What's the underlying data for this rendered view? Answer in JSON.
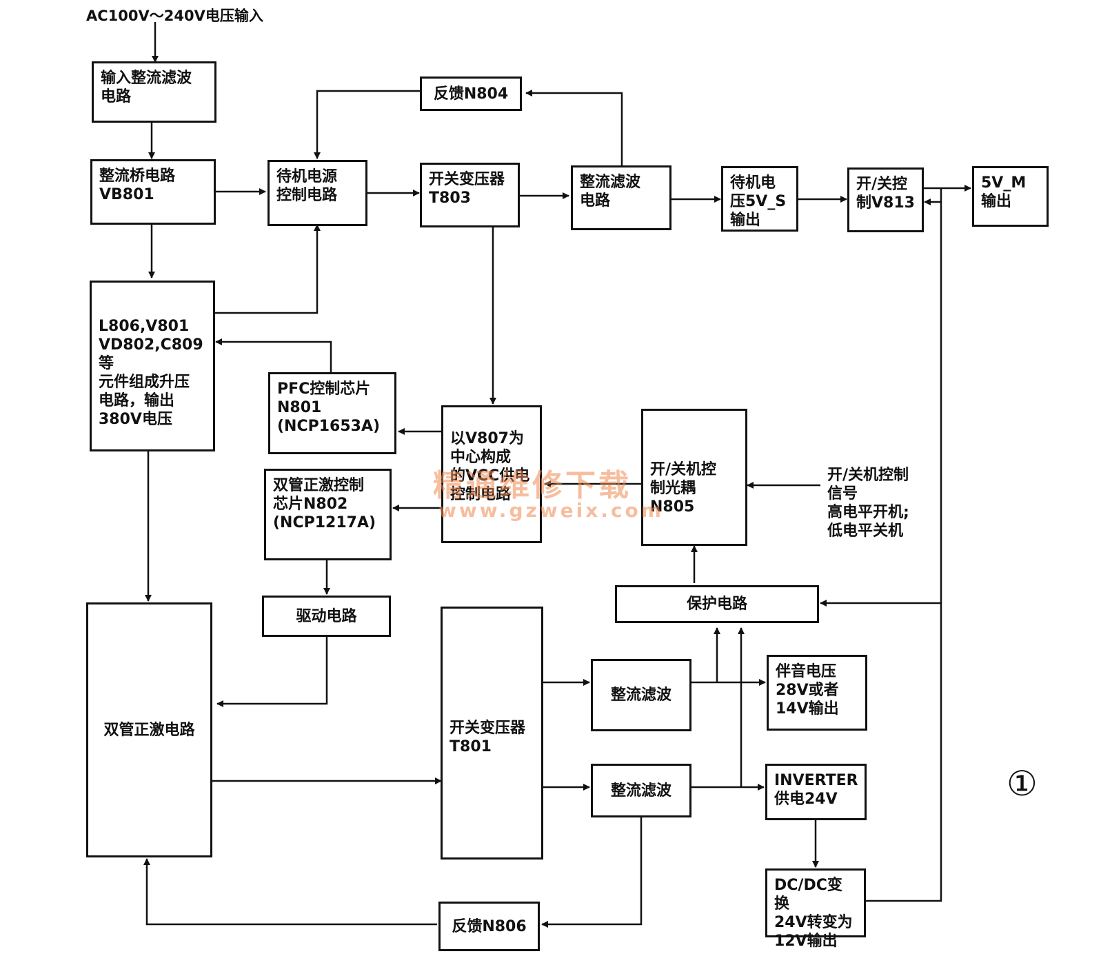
{
  "diagram": {
    "input_label": "AC100V～240V电压输入",
    "figure_number": "①",
    "watermark": {
      "text": "精通维修下载",
      "url": "www.gzweix.com"
    },
    "blocks": {
      "input_filter": "输入整流滤波\n电路",
      "bridge": "整流桥电路\nVB801",
      "standby_ctrl": "待机电源\n控制电路",
      "switch_t803": "开关变压器\nT803",
      "feedback_n804": "反馈N804",
      "rect_filter_top": "整流滤波\n电路",
      "standby_5v": "待机电\n压5V_S\n输出",
      "onoff_v813": "开/关控\n制V813",
      "out_5v_m": "5V_M\n输出",
      "boost": "L806,V801\nVD802,C809等\n元件组成升压\n电路，输出\n380V电压",
      "pfc": "PFC控制芯片\nN801\n(NCP1653A)",
      "vcc_v807": "以V807为\n中心构成\n的VCC供电\n控制电路",
      "optocoupler": "开/关机控\n制光耦N805",
      "forward_ctrl": "双管正激控制\n芯片N802\n(NCP1217A)",
      "driver": "驱动电路",
      "protection": "保护电路",
      "forward": "双管正激电路",
      "switch_t801": "开关变压器\nT801",
      "rect_filter_1": "整流滤波",
      "rect_filter_2": "整流滤波",
      "audio_out": "伴音电压\n28V或者\n14V输出",
      "inverter": "INVERTER\n供电24V",
      "dcdc": "DC/DC变换\n24V转变为\n12V输出",
      "feedback_n806": "反馈N806"
    },
    "control_signal_label": "开/关机控制\n信号\n高电平开机;\n低电平关机"
  }
}
